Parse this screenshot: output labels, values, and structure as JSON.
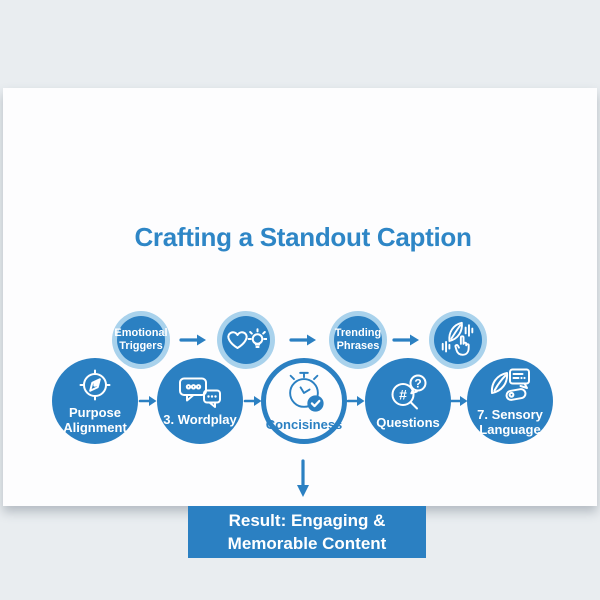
{
  "title": "Crafting a Standout Caption",
  "colors": {
    "background": "#e9edf0",
    "card": "#fdfdfe",
    "primary": "#2b80c2",
    "title_text": "#2e86c6",
    "light_ring": "#a9d2ec",
    "white": "#ffffff"
  },
  "flow": {
    "top_row": [
      {
        "label": "Emotional Triggers",
        "icon": ""
      },
      {
        "label": "",
        "icon": "heart-lightbulb-icon"
      },
      {
        "label": "Trending Phrases",
        "icon": ""
      },
      {
        "label": "",
        "icon": "leaf-soundwave-tap-icon"
      }
    ],
    "bottom_row": [
      {
        "label": "Purpose Alignment",
        "icon": "compass-icon"
      },
      {
        "label": "3. Wordplay",
        "icon": "speech-bubbles-icon"
      },
      {
        "label": "Concisiness",
        "icon": "stopwatch-check-icon"
      },
      {
        "label": "Questions",
        "icon": "hashtag-search-question-icon"
      },
      {
        "label": "7. Sensory Language",
        "icon": "leaf-chat-icon"
      }
    ]
  },
  "result": {
    "label": "Result: Engaging & Memorable Content"
  }
}
